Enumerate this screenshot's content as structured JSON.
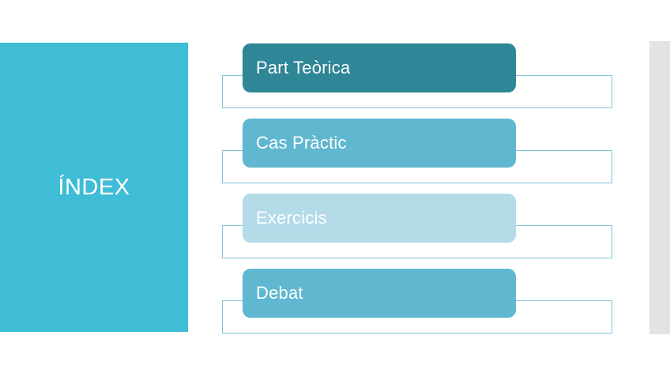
{
  "slide": {
    "title": "ÍNDEX",
    "title_panel_color": "#3fbcd6",
    "background_color": "#ffffff",
    "right_bar_color": "#e3e3e3",
    "outline_border_color": "#7fc4d8",
    "text_color": "#ffffff"
  },
  "index": {
    "items": [
      {
        "label": "Part Teòrica",
        "color": "#2e8696"
      },
      {
        "label": "Cas Pràctic",
        "color": "#5fb8d0"
      },
      {
        "label": "Exercicis",
        "color": "#b3dbe8"
      },
      {
        "label": "Debat",
        "color": "#5fb8d0"
      }
    ]
  }
}
